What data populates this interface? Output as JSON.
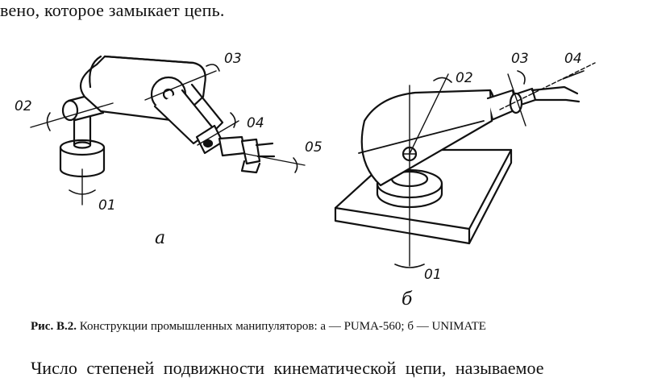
{
  "text": {
    "top_line": "вено, которое замыкает цепь.",
    "caption_label": "Рис. В.2.",
    "caption_text": " Конструкции промышленных манипуляторов: а — PUMA-560; б — UNIMATE",
    "bottom_line": "Число степеней подвижности кинематической цепи, называемое"
  },
  "figure_a": {
    "sublabel": "а",
    "axes": [
      "01",
      "02",
      "03",
      "04",
      "05"
    ]
  },
  "figure_b": {
    "sublabel": "б",
    "axes": [
      "01",
      "02",
      "03",
      "04"
    ]
  }
}
